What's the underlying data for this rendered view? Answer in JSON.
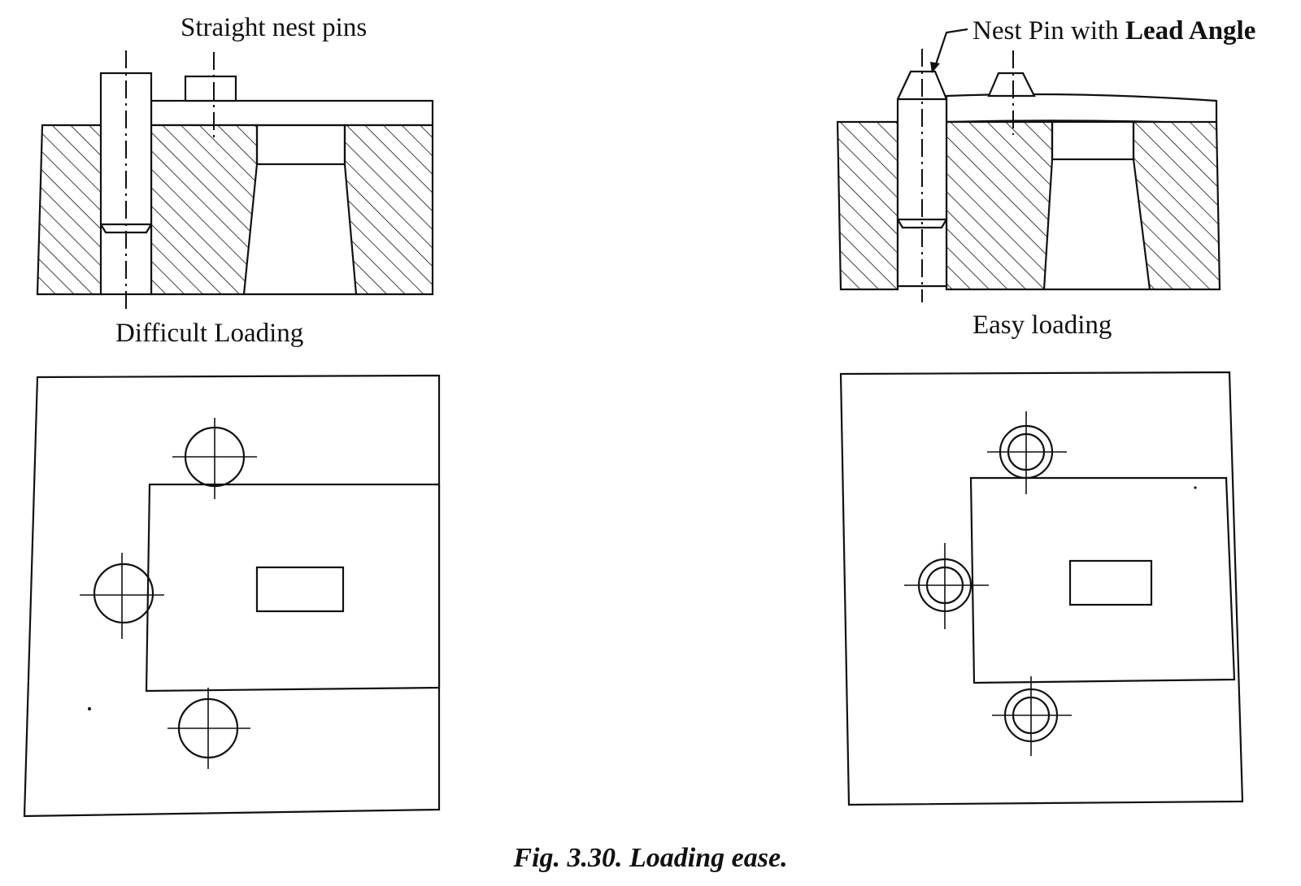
{
  "labels": {
    "straight_pins": "Straight nest pins",
    "lead_pin_prefix": "Nest Pin with ",
    "lead_pin_suffix": "Lead Angle",
    "difficult": "Difficult Loading",
    "easy": "Easy loading"
  },
  "caption": "Fig. 3.30. Loading ease."
}
